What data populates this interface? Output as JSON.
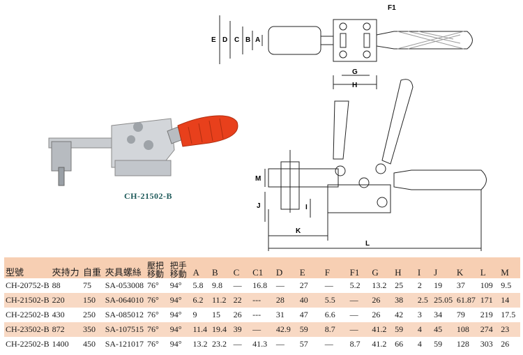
{
  "product": {
    "model_caption": "CH-21502-B"
  },
  "diagram_labels": {
    "top_view": [
      "E",
      "D",
      "C",
      "B",
      "A",
      "F1",
      "G",
      "H"
    ],
    "side_view": [
      "M",
      "J",
      "I",
      "K",
      "L"
    ]
  },
  "colors": {
    "table_header_bg": "#f7cfb3",
    "table_alt_bg": "#f8d9c4",
    "handle_red": "#e8401c"
  },
  "table": {
    "headers": [
      "型號",
      "夾持力",
      "自重",
      "夾具螺絲",
      "壓把移動",
      "把手移動",
      "A",
      "B",
      "C",
      "C1",
      "D",
      "E",
      "F",
      "F1",
      "G",
      "H",
      "I",
      "J",
      "K",
      "L",
      "M"
    ],
    "rows": [
      [
        "CH-20752-B",
        "88",
        "75",
        "SA-053008",
        "76°",
        "94°",
        "5.8",
        "9.8",
        "—",
        "16.8",
        "—",
        "27",
        "—",
        "5.2",
        "13.2",
        "25",
        "2",
        "19",
        "37",
        "109",
        "9.5"
      ],
      [
        "CH-21502-B",
        "220",
        "150",
        "SA-064010",
        "76°",
        "94°",
        "6.2",
        "11.2",
        "22",
        "---",
        "28",
        "40",
        "5.5",
        "—",
        "26",
        "38",
        "2.5",
        "25.05",
        "61.87",
        "171",
        "14"
      ],
      [
        "CH-22502-B",
        "430",
        "250",
        "SA-085012",
        "76°",
        "94°",
        "9",
        "15",
        "26",
        "---",
        "31",
        "47",
        "6.6",
        "—",
        "26",
        "42",
        "3",
        "34",
        "79",
        "219",
        "17.5"
      ],
      [
        "CH-23502-B",
        "872",
        "350",
        "SA-107515",
        "76°",
        "94°",
        "11.4",
        "19.4",
        "39",
        "—",
        "42.9",
        "59",
        "8.7",
        "—",
        "41.2",
        "59",
        "4",
        "45",
        "108",
        "274",
        "23"
      ],
      [
        "CH-22502-B",
        "1400",
        "450",
        "SA-121017",
        "76°",
        "94°",
        "13.2",
        "23.2",
        "—",
        "41.3",
        "—",
        "57",
        "—",
        "8.7",
        "41.2",
        "66",
        "4",
        "59",
        "128",
        "303",
        "26"
      ]
    ]
  }
}
